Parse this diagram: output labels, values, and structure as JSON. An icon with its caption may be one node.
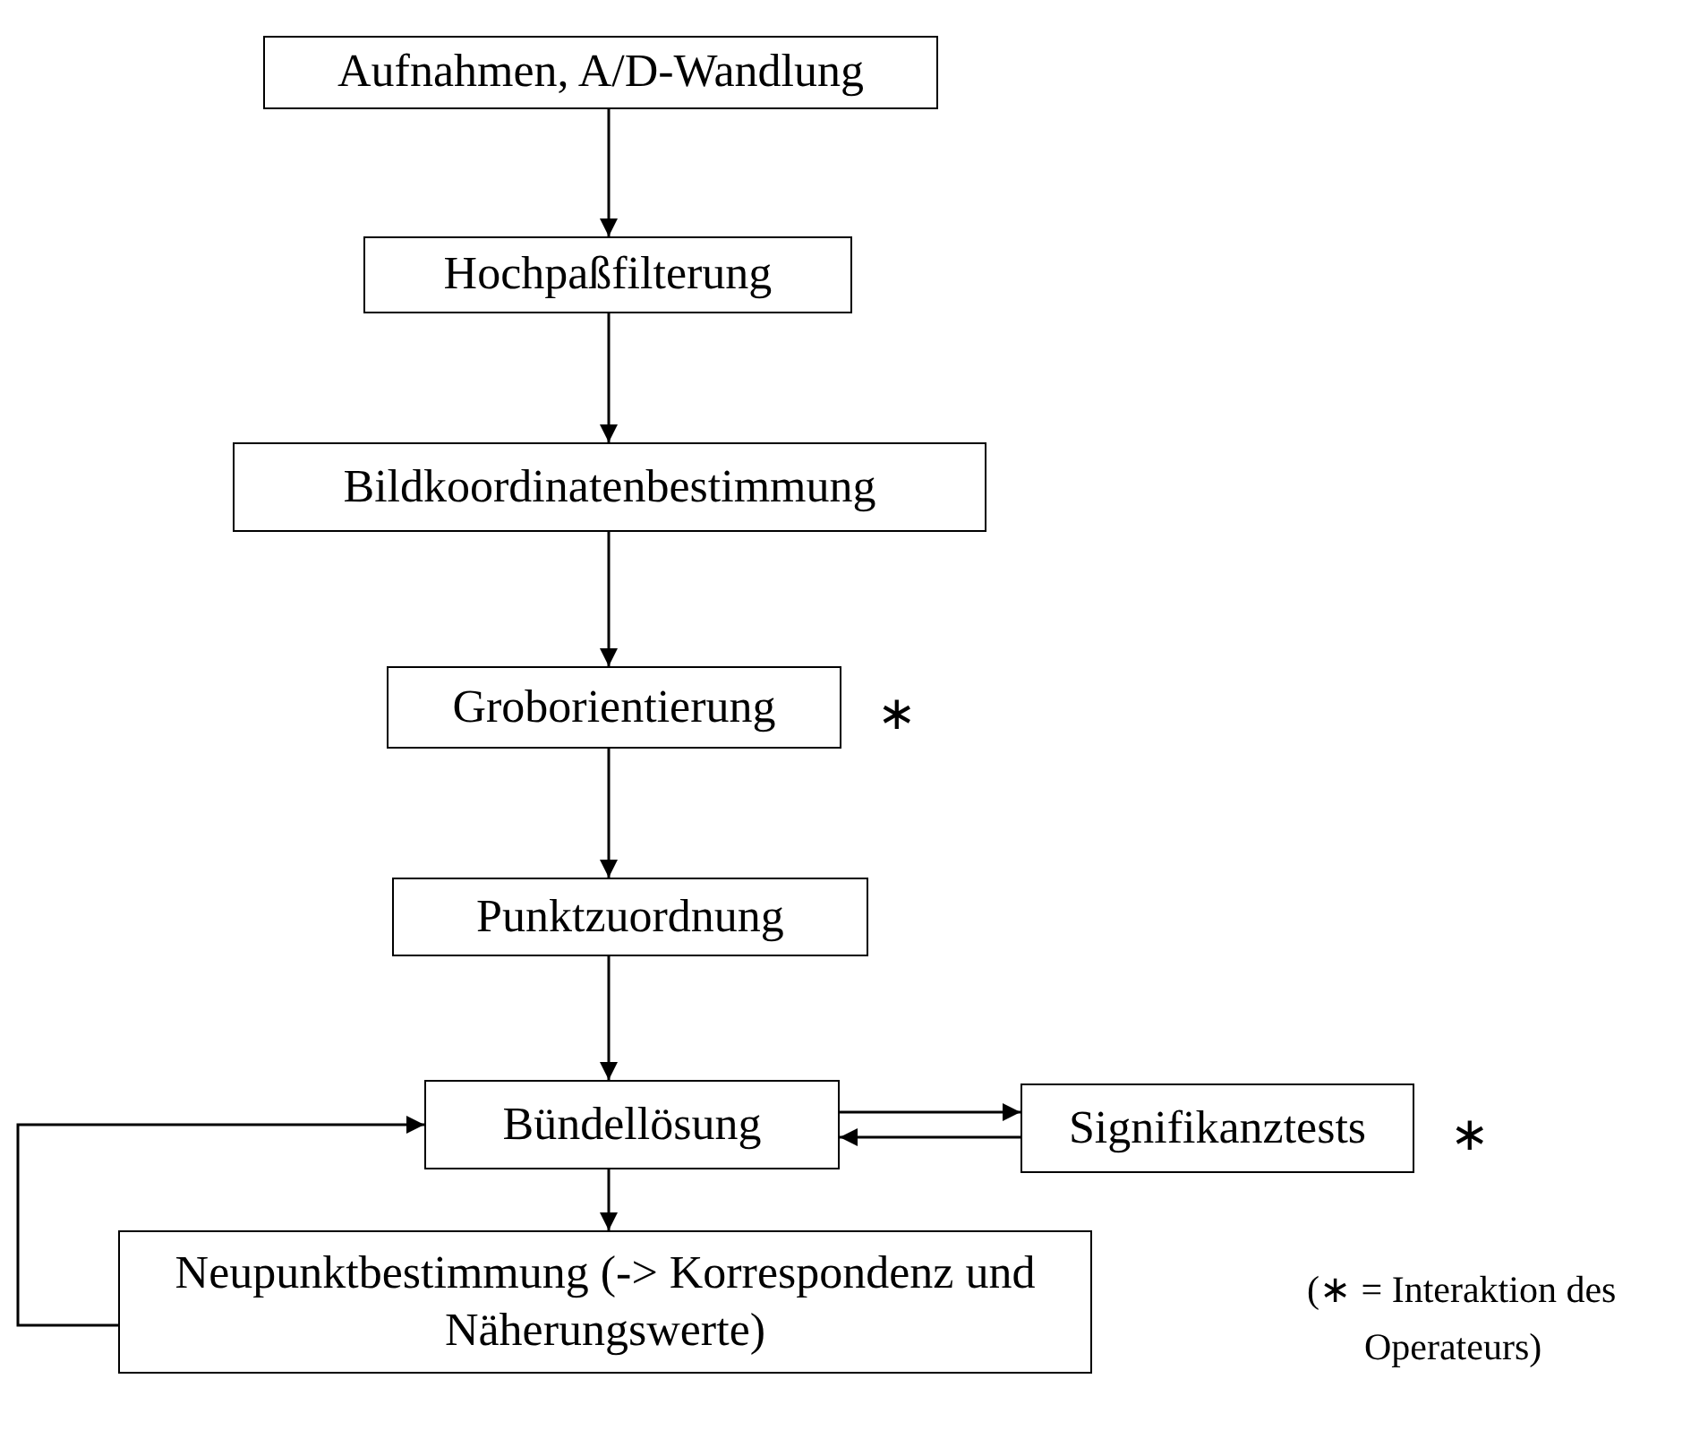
{
  "diagram": {
    "nodes": [
      {
        "text": [
          "Aufnahmen, A/D-Wandlung"
        ]
      },
      {
        "text": [
          "Hochpaßfilterung"
        ]
      },
      {
        "text": [
          "Bildkoordinatenbestimmung"
        ]
      },
      {
        "text": [
          "Groborientierung"
        ],
        "beside": [
          "∗"
        ]
      },
      {
        "text": [
          "Punktzuordnung"
        ]
      },
      {
        "text": [
          "Bündellösung"
        ]
      },
      {
        "text": [
          "Signifikanztests"
        ],
        "beside": [
          "∗"
        ]
      },
      {
        "text": [
          "Neupunktbestimmung (-> Korrespondenz und Näherungswerte)"
        ]
      }
    ],
    "edges": [
      {
        "from": 0,
        "to": 1,
        "arrow": "to"
      },
      {
        "from": 1,
        "to": 2,
        "arrow": "to"
      },
      {
        "from": 2,
        "to": 3,
        "arrow": "to"
      },
      {
        "from": 3,
        "to": 4,
        "arrow": "to"
      },
      {
        "from": 4,
        "to": 5,
        "arrow": "to"
      },
      {
        "from": 5,
        "to": 6,
        "arrow": "to"
      },
      {
        "from": 6,
        "to": 5,
        "arrow": "to"
      },
      {
        "from": 5,
        "to": 7,
        "arrow": "to"
      },
      {
        "from": 7,
        "to": 5,
        "arrow": "to"
      }
    ],
    "labels": [
      "(∗ = Interaktion des Operateurs)"
    ]
  }
}
